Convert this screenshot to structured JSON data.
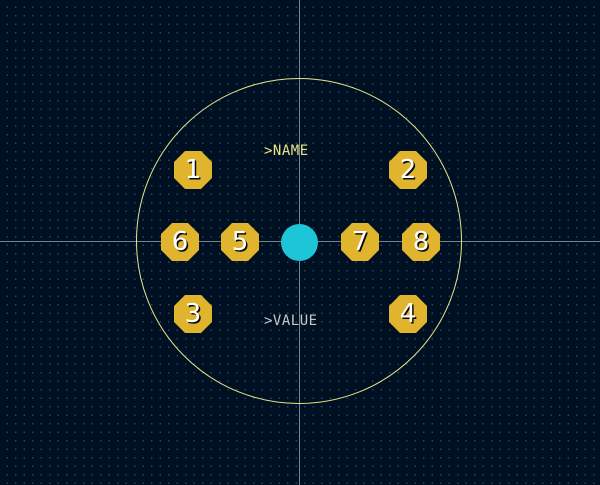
{
  "labels": {
    "name": ">NAME",
    "value": ">VALUE"
  },
  "pads": [
    {
      "number": "1",
      "name": "pad-1"
    },
    {
      "number": "2",
      "name": "pad-2"
    },
    {
      "number": "3",
      "name": "pad-3"
    },
    {
      "number": "4",
      "name": "pad-4"
    },
    {
      "number": "5",
      "name": "pad-5"
    },
    {
      "number": "6",
      "name": "pad-6"
    },
    {
      "number": "7",
      "name": "pad-7"
    },
    {
      "number": "8",
      "name": "pad-8"
    }
  ],
  "colors": {
    "background": "#001023",
    "outline": "#e8e48a",
    "pad": "#e0b42c",
    "hole": "#1cc6d6"
  }
}
